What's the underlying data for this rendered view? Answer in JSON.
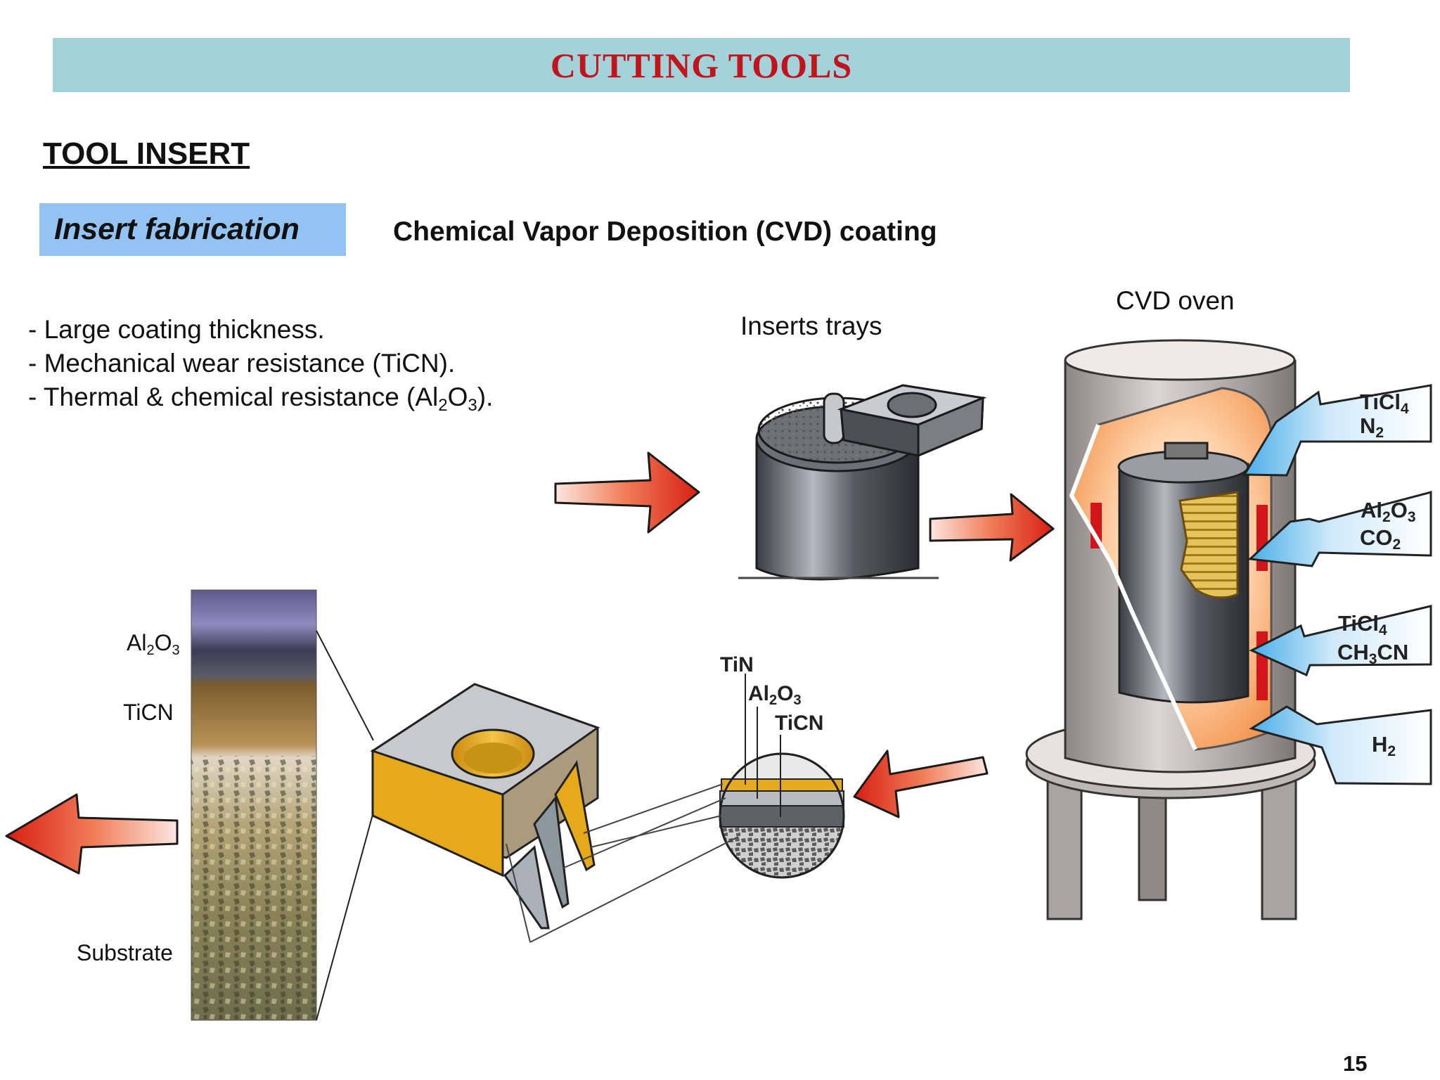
{
  "slide": {
    "title": "CUTTING TOOLS",
    "heading": "TOOL INSERT",
    "section_label": "Insert fabrication",
    "subtitle": "Chemical Vapor Deposition (CVD) coating",
    "page_number": "15"
  },
  "bullets": [
    {
      "text": "- Large coating thickness."
    },
    {
      "text": "- Mechanical wear resistance (TiCN)."
    },
    {
      "pre": "- Thermal & chemical resistance (Al",
      "s1": "2",
      "mid": "O",
      "s2": "3",
      "post": ")."
    }
  ],
  "labels": {
    "inserts_trays": "Inserts trays",
    "cvd_oven": "CVD oven",
    "micro_ticn": "TiCN",
    "micro_substrate": "Substrate",
    "micro_al": "Al",
    "micro_o": "O",
    "sub2": "2",
    "sub3": "3"
  },
  "gas_inputs": [
    {
      "line1": "TiCl4",
      "line2": "N2"
    },
    {
      "line1": "Al2O3",
      "line2": "CO2"
    },
    {
      "line1": "TiCl4",
      "line2": "CH3CN"
    },
    {
      "line1": "H2",
      "line2": ""
    }
  ],
  "coating_layers": [
    "TiN",
    "Al2O3",
    "TiCN"
  ],
  "colors": {
    "title_bar": "#a3d2da",
    "title_text": "#c0151d",
    "section_box": "#92c3f2",
    "arrow_red": "#e42418",
    "gas_arrow": "#5fb7ea",
    "coating_gold": "#e7ac22"
  }
}
